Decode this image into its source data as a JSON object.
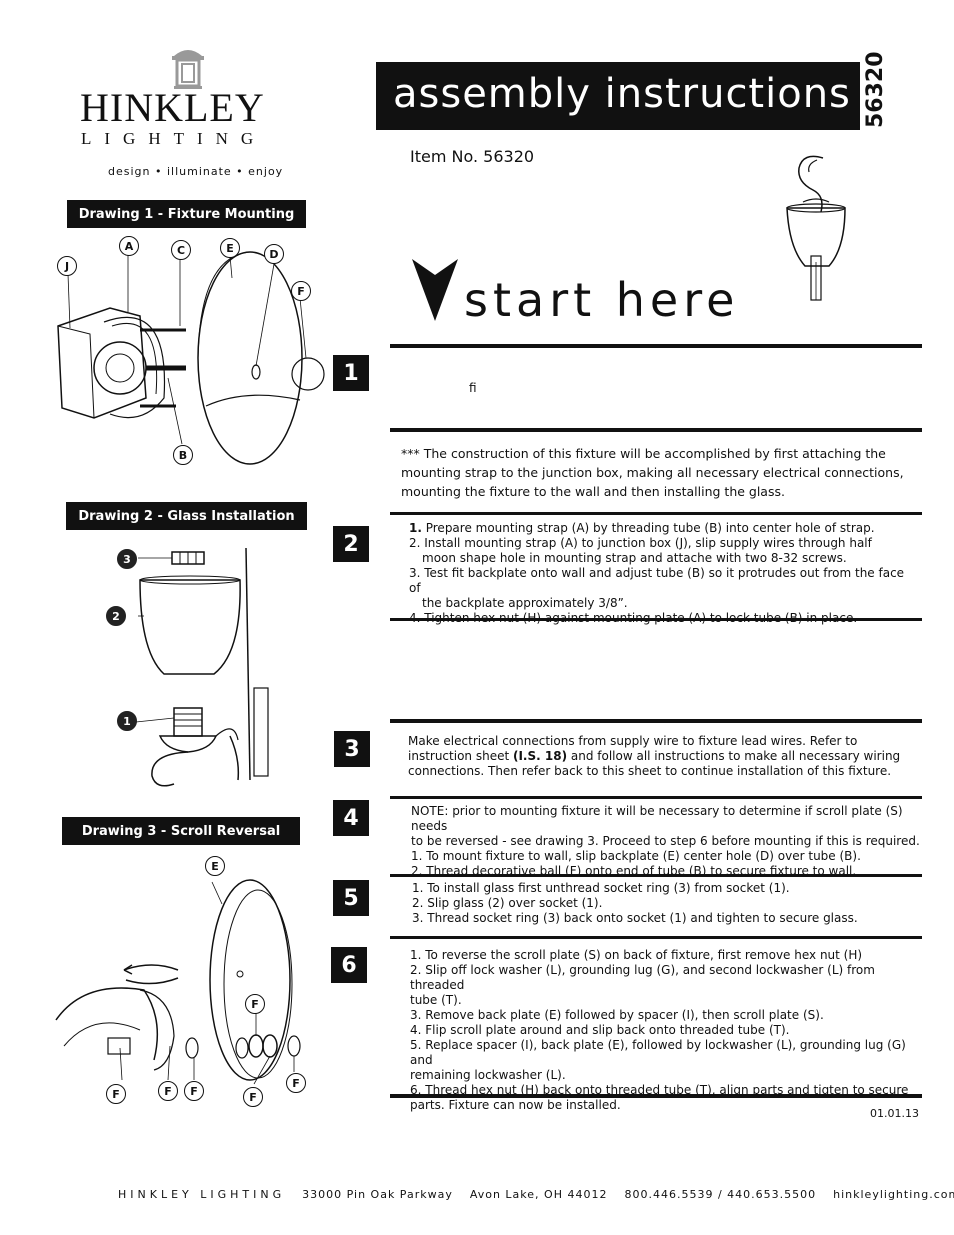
{
  "header": {
    "brand_name": "HINKLEY",
    "brand_sub": "LIGHTING",
    "brand_tagline": "design • illuminate • enjoy",
    "banner_title": "assembly instructions",
    "item_code_vertical": "56320",
    "item_no": "Item No. 56320",
    "start_here": "start here"
  },
  "drawings": {
    "d1_label": "Drawing 1 - Fixture Mounting",
    "d2_label": "Drawing 2 - Glass Installation",
    "d3_label": "Drawing 3 - Scroll Reversal",
    "d1_callouts": [
      "J",
      "A",
      "C",
      "E",
      "D",
      "F",
      "B"
    ],
    "d2_callouts": [
      "3",
      "2",
      "1"
    ],
    "d3_callouts": [
      "E",
      "F",
      "F",
      "F",
      "F",
      "F",
      "F"
    ]
  },
  "steps": {
    "s1_num": "1",
    "s1_fragment": "fi",
    "s1_note": "*** The construction of this fixture will be accomplished by first attaching the mounting strap to the junction box, making all necessary electrical connections, mounting the fixture to the wall and then installing the glass.",
    "s2_num": "2",
    "s2_lines": [
      {
        "b": "1.",
        "t": " Prepare mounting strap (A) by threading tube (B) into center hole of strap."
      },
      {
        "b": "",
        "t": "2. Install mounting strap (A) to junction box (J), slip supply wires through half"
      },
      {
        "b": "",
        "t": "moon shape hole in mounting strap and attache with two 8-32 screws.",
        "indent": true
      },
      {
        "b": "",
        "t": "3. Test fit backplate onto wall and adjust tube (B) so it protrudes out from the face of"
      },
      {
        "b": "",
        "t": "the backplate approximately 3/8”.",
        "indent": true
      },
      {
        "b": "",
        "t": "4. Tighten hex nut (H) against mounting plate (A) to lock tube (B) in place."
      }
    ],
    "s3_num": "3",
    "s3_pre": "Make electrical connections from supply wire to fixture lead wires. Refer to instruction sheet ",
    "s3_bold": "(I.S. 18)",
    "s3_post": " and follow all instructions to make all necessary wiring connections. Then refer back to this sheet to continue installation of this fixture.",
    "s4_num": "4",
    "s4_lines": [
      "NOTE: prior to mounting fixture it will be necessary to determine if scroll plate (S) needs",
      "to be reversed  - see drawing 3. Proceed to step 6 before mounting if this is required.",
      "1. To mount fixture to wall, slip backplate (E) center hole (D) over tube (B).",
      "2. Thread decorative ball (F) onto end of tube (B) to secure fixture to wall."
    ],
    "s5_num": "5",
    "s5_lines": [
      "1. To install glass first unthread socket ring (3) from socket (1).",
      "2. Slip glass (2) over socket (1).",
      "3. Thread socket ring (3) back onto socket (1) and tighten to secure glass."
    ],
    "s6_num": "6",
    "s6_lines": [
      "1. To reverse the scroll plate (S) on back of fixture, first remove hex nut (H)",
      "2. Slip off lock washer (L), grounding lug (G), and second lockwasher (L) from threaded",
      "tube (T).",
      "3. Remove back plate (E) followed by spacer (I), then scroll plate (S).",
      "4. Flip scroll plate around and slip back onto threaded tube (T).",
      "5. Replace spacer (I), back plate (E), followed by lockwasher (L), grounding lug (G) and",
      "remaining lockwasher (L).",
      "6. Thread hex nut (H) back onto threaded tube (T), align parts and tigten to secure",
      "parts. Fixture can now be installed."
    ]
  },
  "footer": {
    "date": "01.01.13",
    "company": "HINKLEY LIGHTING",
    "address": "33000 Pin Oak Parkway",
    "city": "Avon Lake, OH 44012",
    "phone": "800.446.5539 / 440.653.5500",
    "web": "hinkleylighting.com"
  }
}
